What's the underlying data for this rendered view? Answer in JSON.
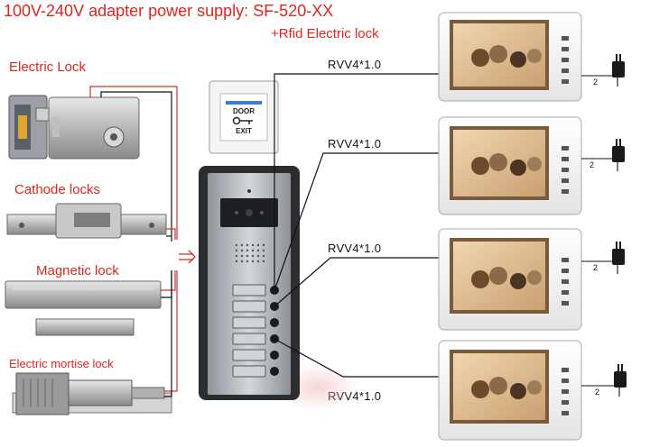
{
  "header": {
    "title": "100V-240V adapter power supply: SF-520-XX",
    "subtitle": "+Rfid Electric lock"
  },
  "locks": [
    {
      "label": "Electric Lock"
    },
    {
      "label": "Cathode locks"
    },
    {
      "label": "Magnetic lock"
    },
    {
      "label": "Electric mortise lock"
    }
  ],
  "exit_button": {
    "line1": "DOOR",
    "line2": "EXIT"
  },
  "cables": [
    {
      "label": "RVV4*1.0"
    },
    {
      "label": "RVV4*1.0"
    },
    {
      "label": "RVV4*1.0"
    },
    {
      "label": "RVV4*1.0"
    }
  ],
  "monitors": [
    {
      "power_label": "2"
    },
    {
      "power_label": "2"
    },
    {
      "power_label": "2"
    },
    {
      "power_label": "2"
    }
  ],
  "colors": {
    "accent_red": "#e0261b",
    "wire_red": "#d9302a",
    "wire_black": "#111111",
    "panel_silver": "#b9bec3",
    "monitor_white": "#f7f7f7"
  }
}
